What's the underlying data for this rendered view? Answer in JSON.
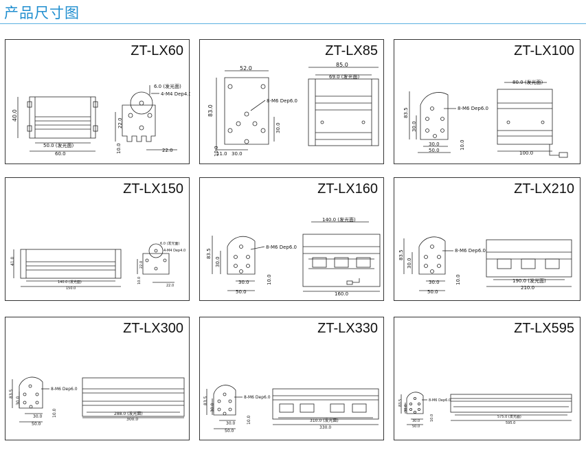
{
  "page": {
    "title": "产品尺寸图"
  },
  "panels": [
    {
      "model": "ZT-LX60",
      "front": {
        "height": "40.0",
        "inner": "50.0 (发光面)",
        "total": "60.0"
      },
      "side": {
        "screw_top": "6.0 (发光面)",
        "screw": "4-M4 Dep4.0",
        "h1": "22.0",
        "base_h": "10.0",
        "base_w": "22.0"
      }
    },
    {
      "model": "ZT-LX85",
      "side": {
        "top": "52.0",
        "holes": "8-M6 Dep6.0",
        "height": "83.0",
        "inner_h": "30.0",
        "bottom": "11.0",
        "mid": "30.0",
        "low": "10.0"
      },
      "front": {
        "total": "85.0",
        "inner": "69.0 (发光面)"
      }
    },
    {
      "model": "ZT-LX100",
      "side": {
        "holes": "8-M6 Dep6.0",
        "height": "83.5",
        "inner": "30.0",
        "mid": "30.0",
        "bottom": "50.0",
        "low": "10.0"
      },
      "front": {
        "inner": "80.0 (发光面)",
        "total": "100.0"
      }
    },
    {
      "model": "ZT-LX150",
      "front": {
        "height": "41.0",
        "inner": "140.0 (发光面)",
        "total": "150.0"
      },
      "side": {
        "screw_top": "6.0 (发光面)",
        "screw": "4-M4 Dep4.0",
        "h1": "22.0",
        "base_h": "10.0",
        "base_w": "22.0"
      }
    },
    {
      "model": "ZT-LX160",
      "side": {
        "holes": "8-M6 Dep6.0",
        "height": "83.5",
        "inner": "30.0",
        "mid": "30.0",
        "bottom": "50.0",
        "low": "10.0"
      },
      "front": {
        "inner": "140.0 (发光面)",
        "total": "160.0"
      }
    },
    {
      "model": "ZT-LX210",
      "side": {
        "holes": "8-M6 Dep6.0",
        "height": "83.5",
        "inner": "30.0",
        "mid": "30.0",
        "bottom": "50.0",
        "low": "10.0"
      },
      "front": {
        "inner": "190.0 (发光面)",
        "total": "210.0"
      }
    },
    {
      "model": "ZT-LX300",
      "side": {
        "holes": "8-M6 Dep6.0",
        "height": "83.5",
        "inner": "30.0",
        "mid": "30.0",
        "bottom": "50.0",
        "low": "10.0"
      },
      "front": {
        "inner": "288.0 (发光面)",
        "total": "300.0"
      }
    },
    {
      "model": "ZT-LX330",
      "side": {
        "holes": "8-M6 Dep6.0",
        "height": "83.5",
        "inner": "30.0",
        "mid": "30.0",
        "bottom": "50.0",
        "low": "10.0"
      },
      "front": {
        "inner": "310.0 (发光面)",
        "total": "330.0"
      }
    },
    {
      "model": "ZT-LX595",
      "side": {
        "holes": "8-M6 Dep6.0",
        "height": "83.5",
        "inner": "30.0",
        "mid": "30.0",
        "bottom": "50.0",
        "low": "10.0"
      },
      "front": {
        "inner": "575.0 (发光面)",
        "total": "595.0"
      }
    }
  ]
}
